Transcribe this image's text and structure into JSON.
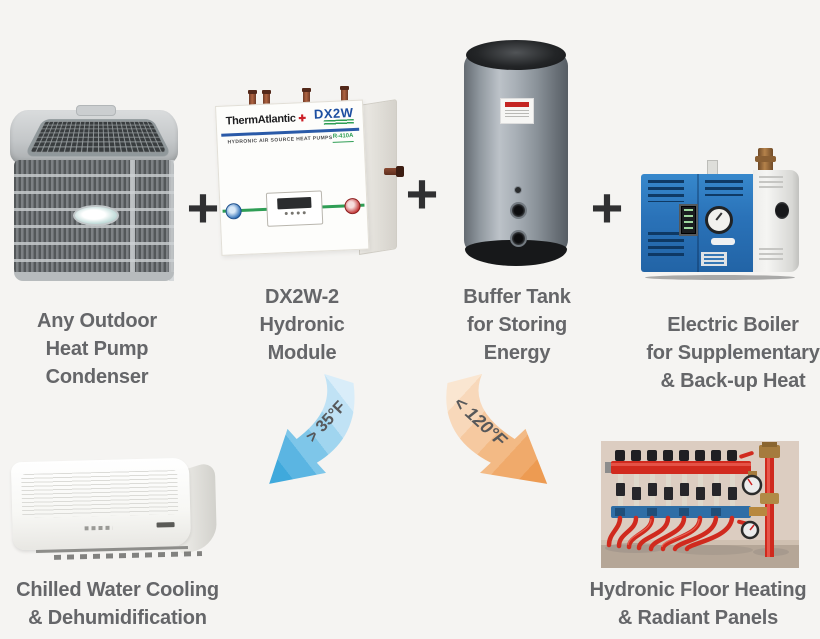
{
  "colors": {
    "background": "#f5f4f2",
    "caption_text": "#656669",
    "plus_sign": "#303032",
    "cool_arrow": "#3fa9dc",
    "warm_arrow": "#ed9b52"
  },
  "plus_sign": "+",
  "top_row": [
    {
      "name": "heat-pump-condenser",
      "caption": "Any Outdoor\nHeat Pump\nCondenser"
    },
    {
      "name": "hydronic-module",
      "caption": "DX2W-2\nHydronic\nModule"
    },
    {
      "name": "buffer-tank",
      "caption": "Buffer Tank\nfor Storing\nEnergy"
    },
    {
      "name": "electric-boiler",
      "caption": "Electric Boiler\nfor Supplementary\n& Back-up Heat"
    }
  ],
  "module_unit": {
    "brand": "ThermAtlantic",
    "brand_mark": "✚",
    "tagline": "HYDRONIC AIR SOURCE HEAT PUMPS",
    "model": "DX2W",
    "refrigerant": "R-410A"
  },
  "arrows": [
    {
      "name": "chilled-water-arrow",
      "label": "> 35°F"
    },
    {
      "name": "hot-water-arrow",
      "label": "< 120°F"
    }
  ],
  "bottom_row": [
    {
      "name": "chilled-water-output",
      "caption": "Chilled Water Cooling\n& Dehumidification"
    },
    {
      "name": "floor-heating-output",
      "caption": "Hydronic Floor Heating\n& Radiant Panels"
    }
  ]
}
